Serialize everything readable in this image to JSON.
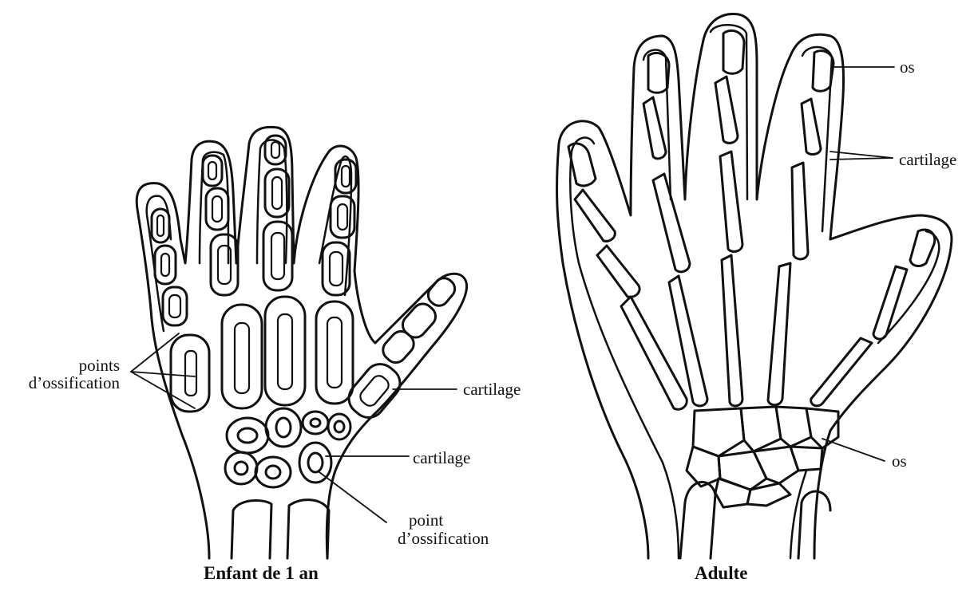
{
  "child": {
    "caption": "Enfant de 1 an",
    "labels": {
      "ossification_points": [
        "points",
        "d’ossification"
      ],
      "cartilage_metacarpal": "cartilage",
      "cartilage_carpal": "cartilage",
      "ossification_point": [
        "point",
        "d’ossification"
      ]
    }
  },
  "adult": {
    "caption": "Adulte",
    "labels": {
      "os_top": "os",
      "cartilage": "cartilage",
      "os_wrist": "os"
    }
  }
}
